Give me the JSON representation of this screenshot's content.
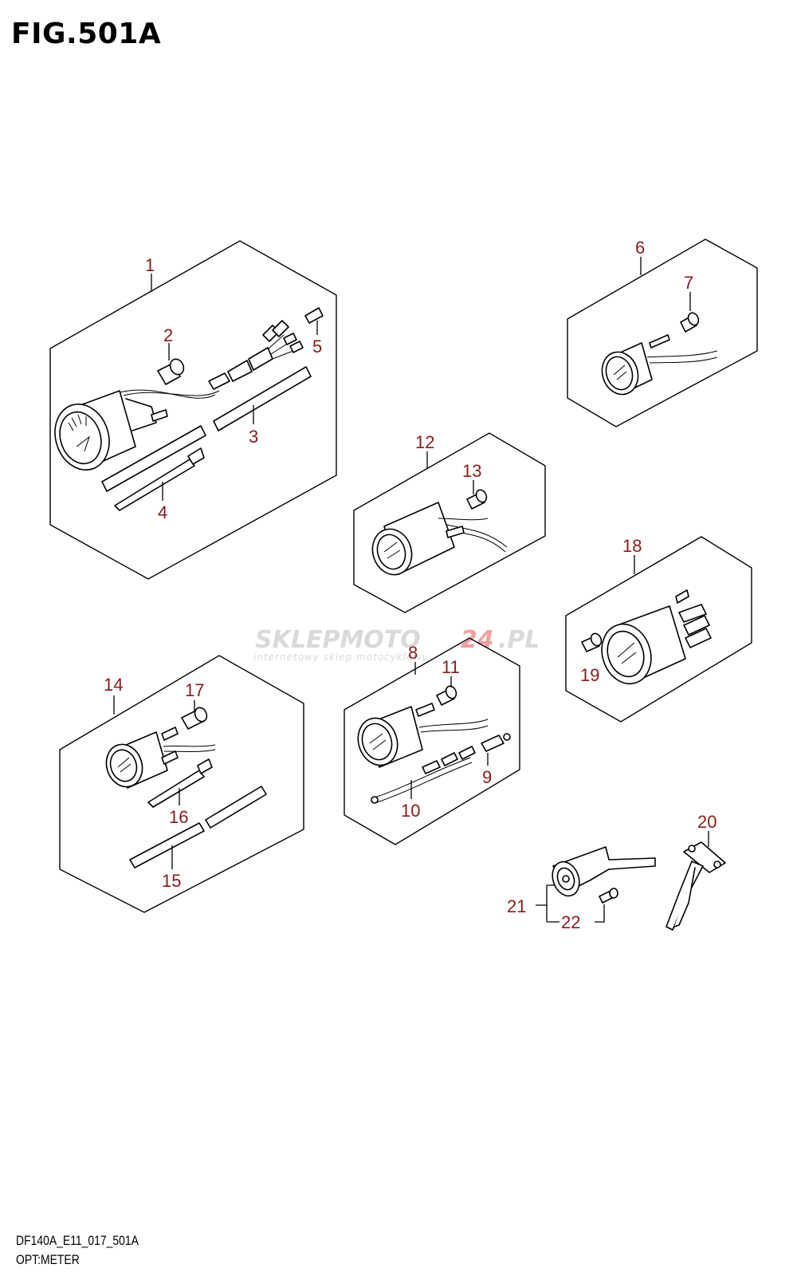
{
  "figure": {
    "title": "FIG.501A",
    "model_code": "DF140A_E11_017_501A",
    "section_name": "OPT:METER"
  },
  "watermark": {
    "brand_left": "SKLEPMOTO",
    "brand_mid": "24",
    "brand_right": ".PL",
    "tagline": "internetowy sklep motocyklowy",
    "colors": {
      "gray": "#d9d9d9",
      "red": "#f0a0a0"
    }
  },
  "callouts": [
    {
      "id": "c1",
      "label": "1"
    },
    {
      "id": "c2",
      "label": "2"
    },
    {
      "id": "c3",
      "label": "3"
    },
    {
      "id": "c4",
      "label": "4"
    },
    {
      "id": "c5",
      "label": "5"
    },
    {
      "id": "c6",
      "label": "6"
    },
    {
      "id": "c7",
      "label": "7"
    },
    {
      "id": "c8",
      "label": "8"
    },
    {
      "id": "c9",
      "label": "9"
    },
    {
      "id": "c10",
      "label": "10"
    },
    {
      "id": "c11",
      "label": "11"
    },
    {
      "id": "c12",
      "label": "12"
    },
    {
      "id": "c13",
      "label": "13"
    },
    {
      "id": "c14",
      "label": "14"
    },
    {
      "id": "c15",
      "label": "15"
    },
    {
      "id": "c16",
      "label": "16"
    },
    {
      "id": "c17",
      "label": "17"
    },
    {
      "id": "c18",
      "label": "18"
    },
    {
      "id": "c19",
      "label": "19"
    },
    {
      "id": "c20",
      "label": "20"
    },
    {
      "id": "c21",
      "label": "21"
    },
    {
      "id": "c22",
      "label": "22"
    }
  ],
  "colors": {
    "callout": "#8b1a1a",
    "line": "#000000"
  }
}
